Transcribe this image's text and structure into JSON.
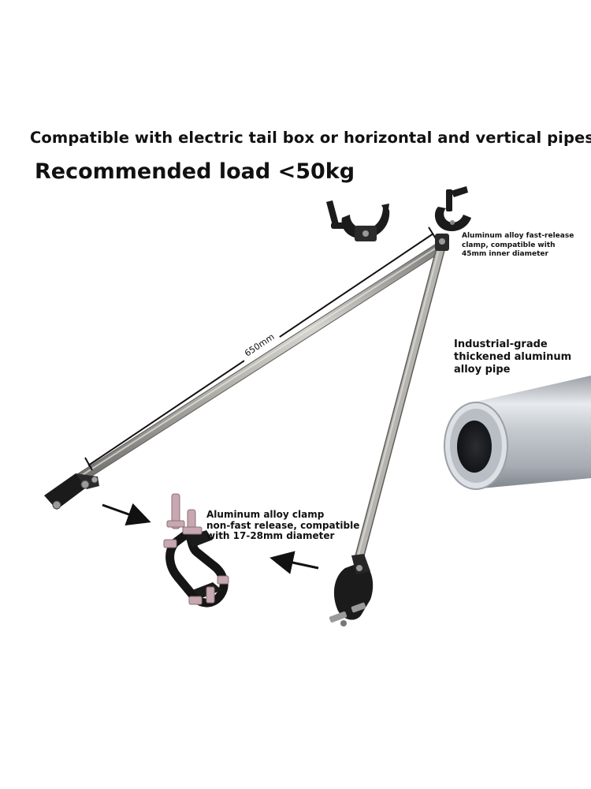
{
  "headline": "Compatible with electric tail box or horizontal and vertical pipes",
  "load": "Recommended load <50kg",
  "dimension": "650mm",
  "labels": {
    "fast_release": [
      "Aluminum alloy fast-release",
      "clamp, compatible with",
      "45mm inner diameter"
    ],
    "pipe": [
      "Industrial-grade",
      "thickened aluminum",
      "alloy pipe"
    ],
    "clamp": [
      "Aluminum alloy clamp",
      "non-fast release, compatible",
      "with 17-28mm diameter"
    ]
  },
  "colors": {
    "tube": "#a9a7a2",
    "clamp": "#1b1b1b",
    "bolt": "#c7a8b0",
    "pipe": "#c9cdd2"
  }
}
